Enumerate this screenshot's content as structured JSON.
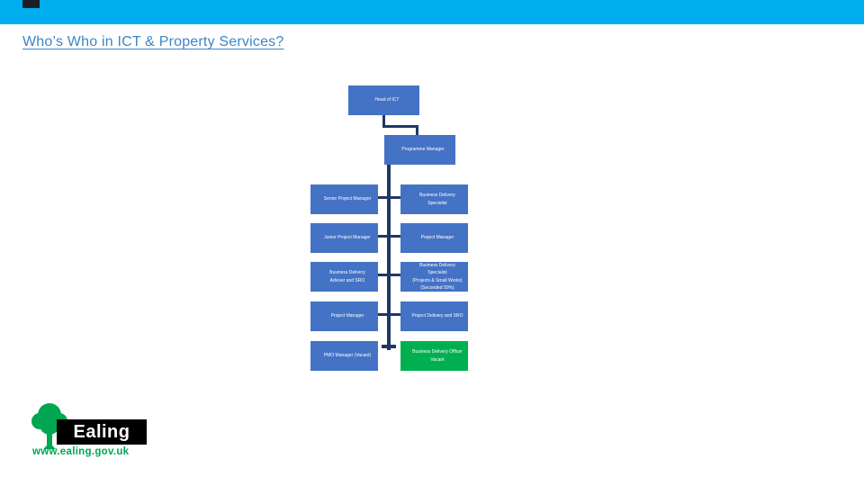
{
  "slide": {
    "title": "Who’s Who in ICT & Property Services?"
  },
  "org_chart": {
    "boxes": [
      {
        "label": "Head of ICT"
      },
      {
        "label": "Programme Manager"
      },
      {
        "label": "Senior Project Manager"
      },
      {
        "label": "Business Delivery Specialist"
      },
      {
        "label": "Junior Project Manager"
      },
      {
        "label": "Project Manager"
      },
      {
        "label": "Business Delivery\nAdviser and SRO"
      },
      {
        "label": "Business Delivery Specialist\n(Projects & Small Works)\n(Seconded 50%)"
      },
      {
        "label": "Project Manager"
      },
      {
        "label": "Project Delivery and SRO"
      },
      {
        "label": "PMO Manager (Vacant)"
      },
      {
        "label": "Business Delivery Officer\nVacant"
      }
    ],
    "colors": {
      "box_blue": "#4472C4",
      "box_green": "#00B050",
      "connector": "#1F3864"
    }
  },
  "footer": {
    "logo_text": "Ealing",
    "website": "www.ealing.gov.uk"
  },
  "theme": {
    "top_bar_blue": "#00AEEF",
    "title_blue": "#3D85C6"
  }
}
